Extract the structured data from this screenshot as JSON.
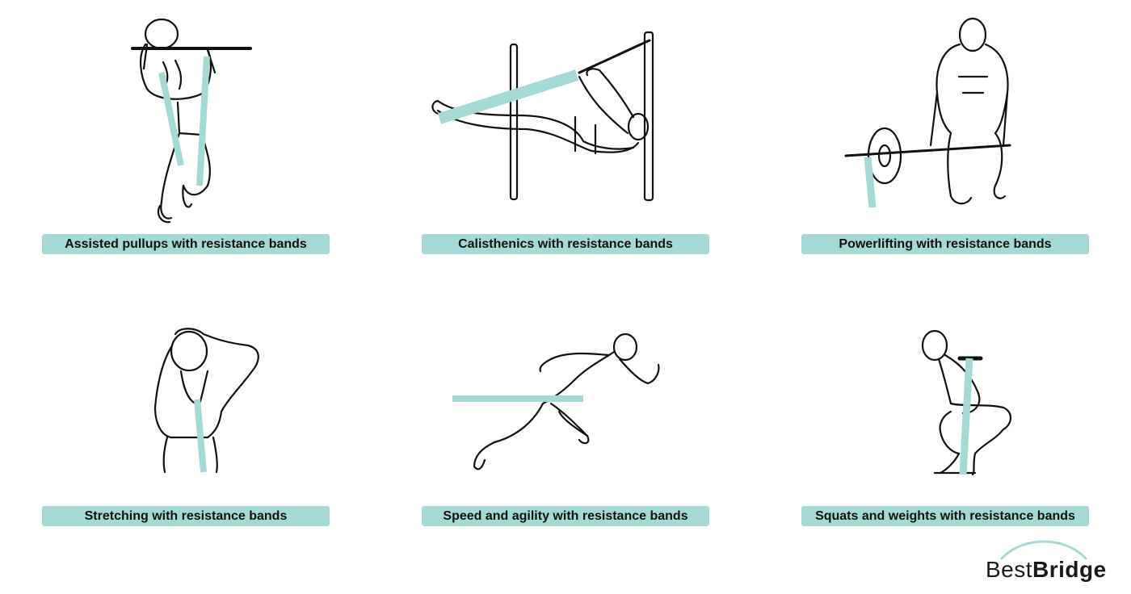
{
  "colors": {
    "band": "#a4d9d5",
    "ink": "#111111",
    "caption_bg": "#a4d9d5"
  },
  "cards": [
    {
      "caption": "Assisted pullups with resistance bands",
      "figure": "pullup-figure"
    },
    {
      "caption": "Calisthenics with resistance bands",
      "figure": "front-lever-figure"
    },
    {
      "caption": "Powerlifting with resistance bands",
      "figure": "deadlift-figure"
    },
    {
      "caption": "Stretching with resistance bands",
      "figure": "stretch-figure"
    },
    {
      "caption": "Speed and agility with resistance bands",
      "figure": "sprint-figure"
    },
    {
      "caption": "Squats and weights with resistance bands",
      "figure": "squat-figure"
    }
  ],
  "logo": {
    "part1": "Best",
    "part2": "Bridge"
  }
}
